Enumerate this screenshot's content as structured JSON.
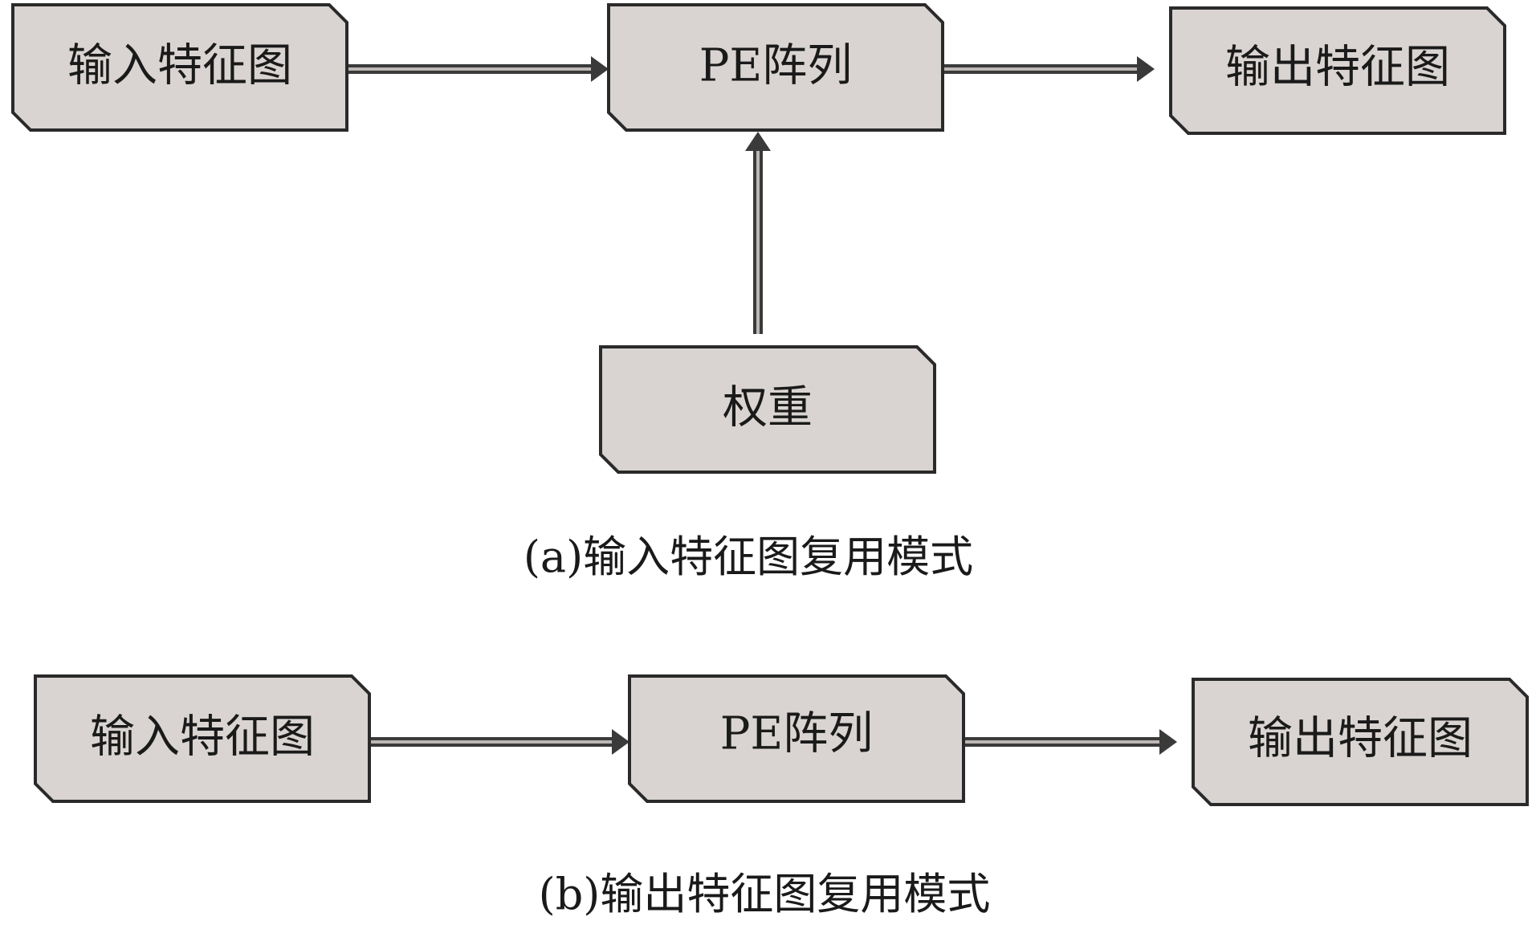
{
  "diagram_a": {
    "input_box": "输入特征图",
    "pe_box": "PE阵列",
    "output_box": "输出特征图",
    "weight_box": "权重",
    "caption": "(a)输入特征图复用模式"
  },
  "diagram_b": {
    "input_box": "输入特征图",
    "pe_box": "PE阵列",
    "output_box": "输出特征图",
    "caption": "(b)输出特征图复用模式"
  }
}
